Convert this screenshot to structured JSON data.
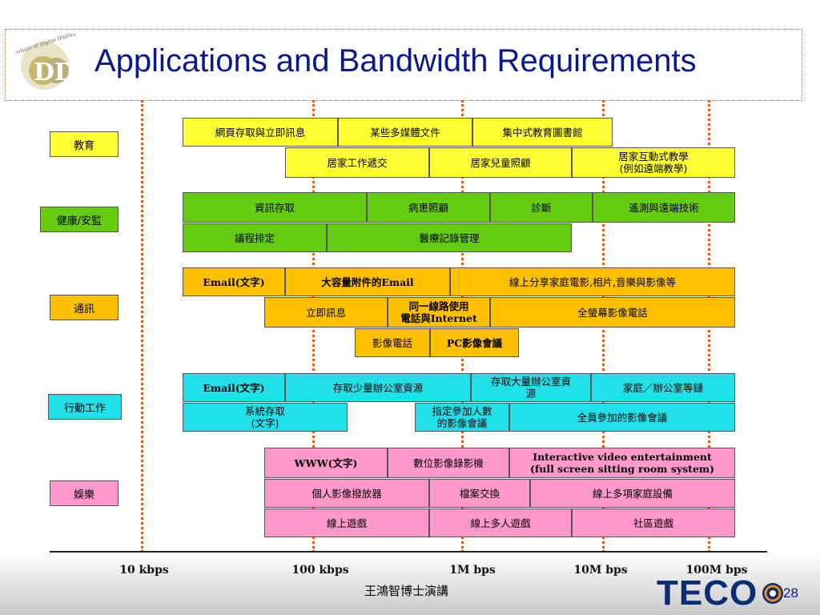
{
  "slide": {
    "title": "Applications and Bandwidth Requirements",
    "author": "王鴻智博士演講",
    "page_number": "28",
    "logo_arc_text": "Division of Digital Display",
    "logo_letters": "DD",
    "brand": "TECO"
  },
  "colors": {
    "education": "#ffff33",
    "health": "#66cc11",
    "communication": "#ffc000",
    "mobile": "#22e0e8",
    "entertainment": "#ff99cc",
    "guide": "#e55a1e",
    "title": "#0a1a8c",
    "brand": "#0b2e73"
  },
  "axis": {
    "ticks": [
      "10 kbps",
      "100 kbps",
      "1M bps",
      "10M bps",
      "100M bps"
    ]
  },
  "groups": [
    {
      "id": "education",
      "label": "教育",
      "rows": [
        [
          "網頁存取與立即訊息",
          "某些多媒體文件",
          "集中式教育圖書館"
        ],
        [
          "居家工作遞交",
          "居家兒童照顧",
          "居家互動式教學\n(例如遠端教學)"
        ]
      ]
    },
    {
      "id": "health",
      "label": "健康/安監",
      "rows": [
        [
          "資訊存取",
          "病患照顧",
          "診斷",
          "遙測與遠端技術"
        ],
        [
          "議程排定",
          "醫療記錄管理"
        ]
      ]
    },
    {
      "id": "communication",
      "label": "通訊",
      "rows": [
        [
          "Email(文字)",
          "大容量附件的Email",
          "線上分享家庭電影,相片,音樂與影像等"
        ],
        [
          "立即訊息",
          "同一線路使用\n電話與Internet",
          "全螢幕影像電話"
        ],
        [
          "影像電話",
          "PC影像會議"
        ]
      ]
    },
    {
      "id": "mobile",
      "label": "行動工作",
      "rows": [
        [
          "Email(文字)",
          "存取少量辦公室資源",
          "存取大量辦公室資\n源",
          "家庭／辦公室等鏈"
        ],
        [
          "系統存取\n(文字)",
          "指定參加人數\n的影像會議",
          "全員參加的影像會議"
        ]
      ]
    },
    {
      "id": "entertainment",
      "label": "娛樂",
      "rows": [
        [
          "WWW(文字)",
          "數位影像錄影機",
          "Interactive video entertainment\n(full screen sitting room system)"
        ],
        [
          "個人影像撥放器",
          "檔案交換",
          "線上多項家庭設備"
        ],
        [
          "線上遊戲",
          "線上多人遊戲",
          "社區遊戲"
        ]
      ]
    }
  ]
}
